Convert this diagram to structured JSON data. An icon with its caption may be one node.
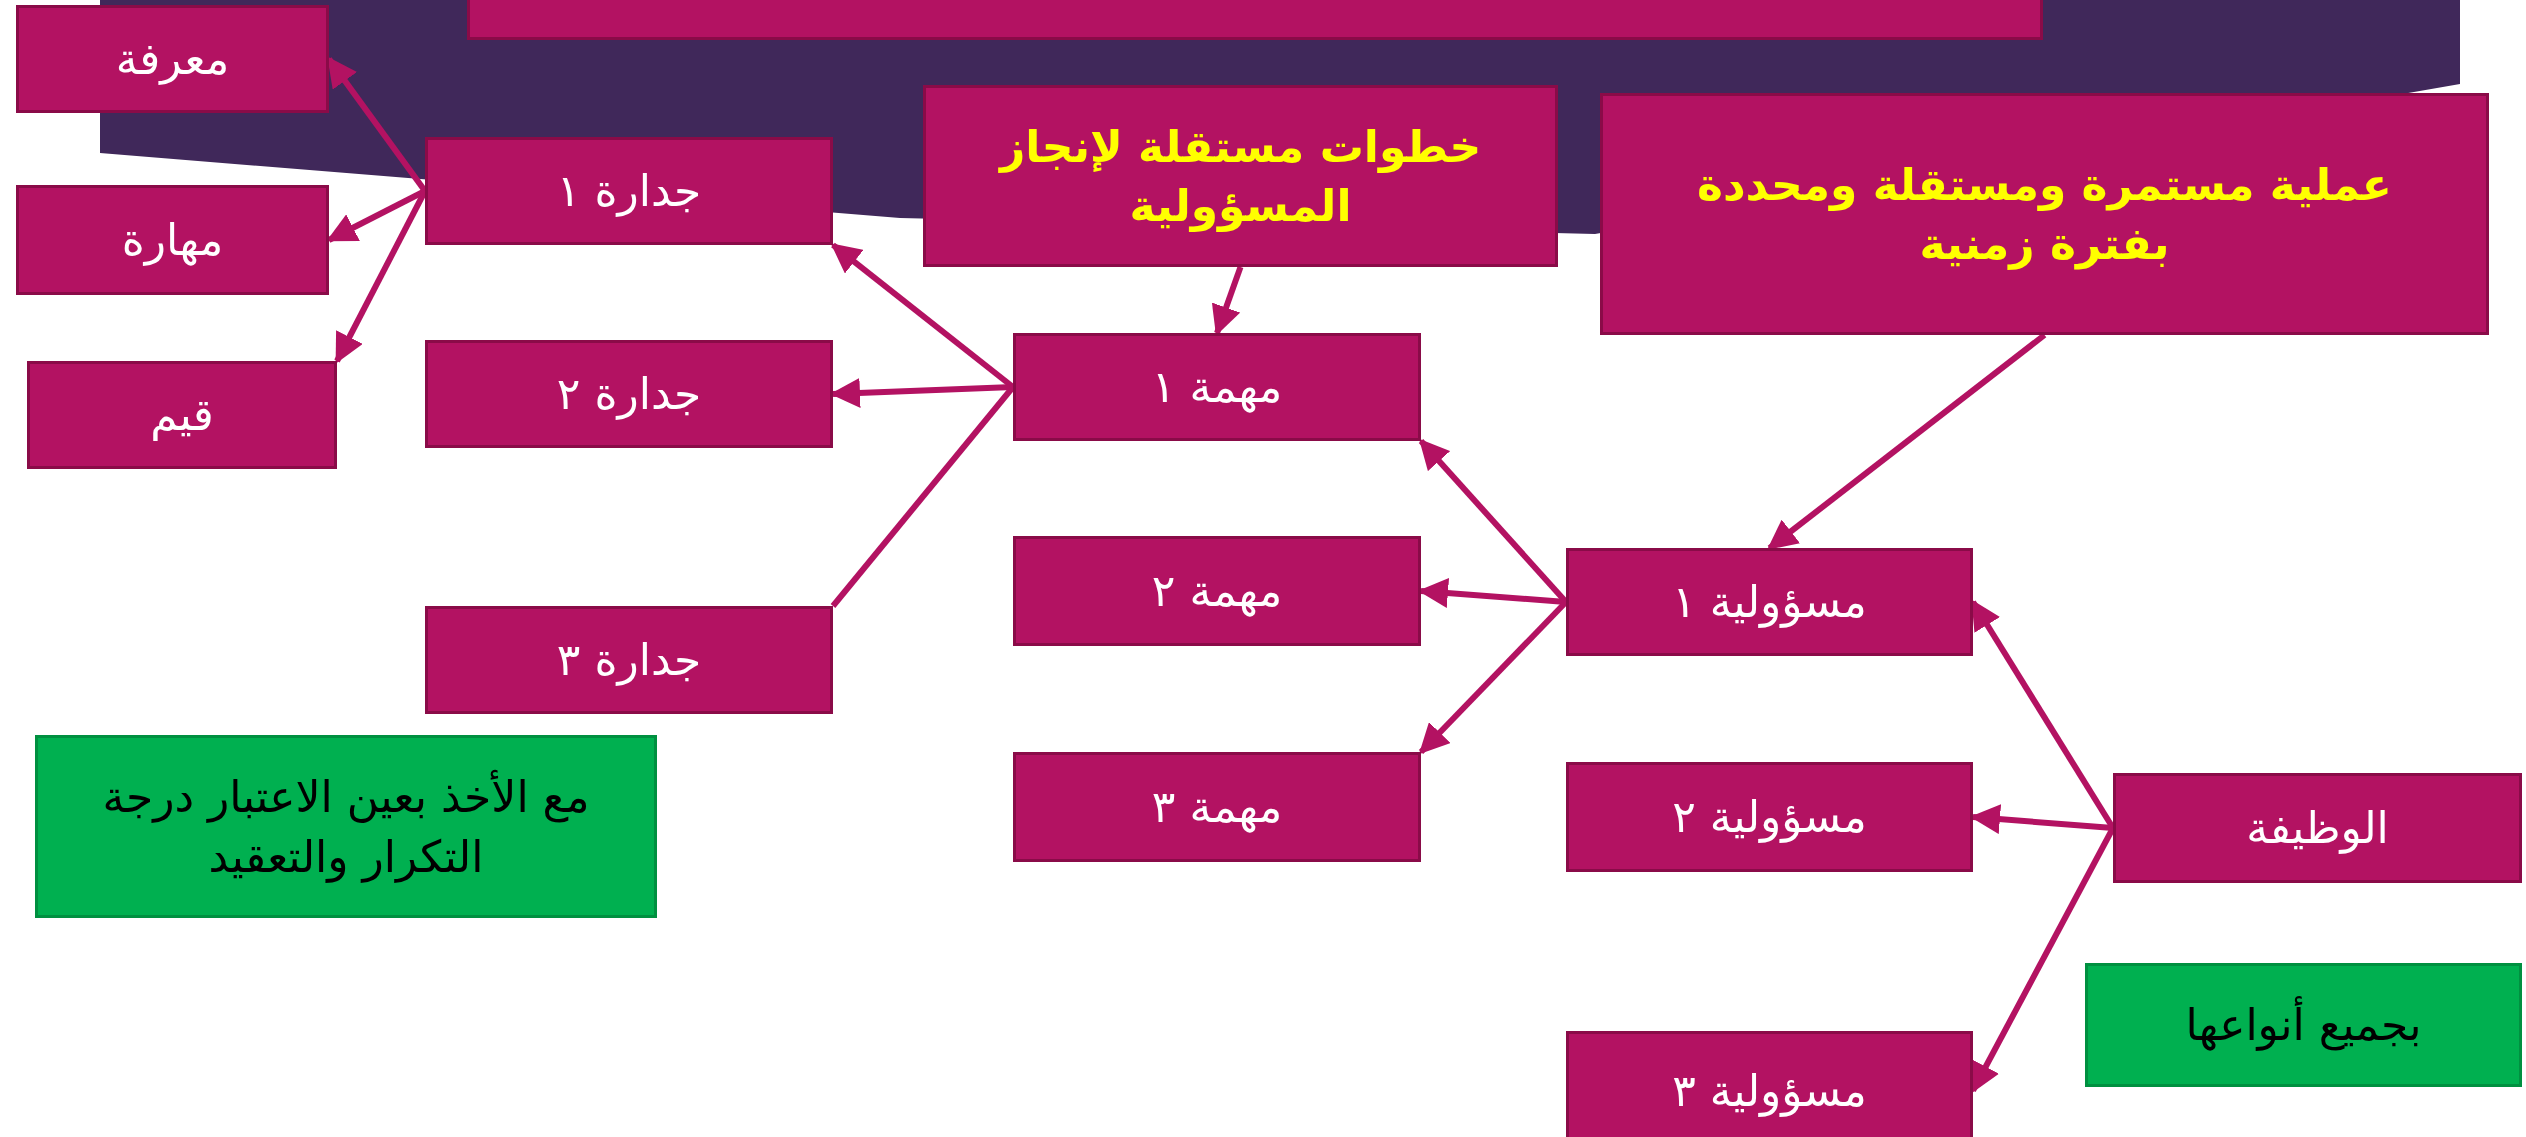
{
  "diagram": {
    "nodes": [
      {
        "text": [],
        "shape": "box"
      },
      {
        "text": [
          "معرفة"
        ]
      },
      {
        "text": [
          "مهارة"
        ]
      },
      {
        "text": [
          "قيم"
        ]
      },
      {
        "text": [
          "جدارة ١"
        ]
      },
      {
        "text": [
          "جدارة ٢"
        ]
      },
      {
        "text": [
          "جدارة ٣"
        ]
      },
      {
        "text": [
          "خطوات مستقلة لإنجاز المسؤولية"
        ]
      },
      {
        "text": [
          "عملية مستمرة ومستقلة ومحددة بفترة زمنية"
        ]
      },
      {
        "text": [
          "مهمة ١"
        ]
      },
      {
        "text": [
          "مهمة ٢"
        ]
      },
      {
        "text": [
          "مهمة ٣"
        ]
      },
      {
        "text": [
          "مسؤولية ١"
        ]
      },
      {
        "text": [
          "مسؤولية ٢"
        ]
      },
      {
        "text": [
          "مسؤولية ٣"
        ]
      },
      {
        "text": [
          "الوظيفة"
        ]
      },
      {
        "text": [
          "مع الأخذ بعين الاعتبار درجة التكرار والتعقيد"
        ]
      },
      {
        "text": [
          "بجميع أنواعها"
        ]
      }
    ],
    "edges": [
      {
        "from": 4,
        "to": 1,
        "arrow": "to"
      },
      {
        "from": 4,
        "to": 2,
        "arrow": "to"
      },
      {
        "from": 4,
        "to": 3,
        "arrow": "to"
      },
      {
        "from": 9,
        "to": 4,
        "arrow": "to"
      },
      {
        "from": 9,
        "to": 5,
        "arrow": "to"
      },
      {
        "from": 9,
        "to": 6,
        "arrow": "none"
      },
      {
        "from": 7,
        "to": 9,
        "arrow": "to"
      },
      {
        "from": 8,
        "to": 12,
        "arrow": "to"
      },
      {
        "from": 12,
        "to": 9,
        "arrow": "to"
      },
      {
        "from": 12,
        "to": 10,
        "arrow": "to"
      },
      {
        "from": 12,
        "to": 11,
        "arrow": "to"
      },
      {
        "from": 15,
        "to": 12,
        "arrow": "to"
      },
      {
        "from": 15,
        "to": 13,
        "arrow": "to"
      },
      {
        "from": 15,
        "to": 14,
        "arrow": "to"
      }
    ]
  }
}
